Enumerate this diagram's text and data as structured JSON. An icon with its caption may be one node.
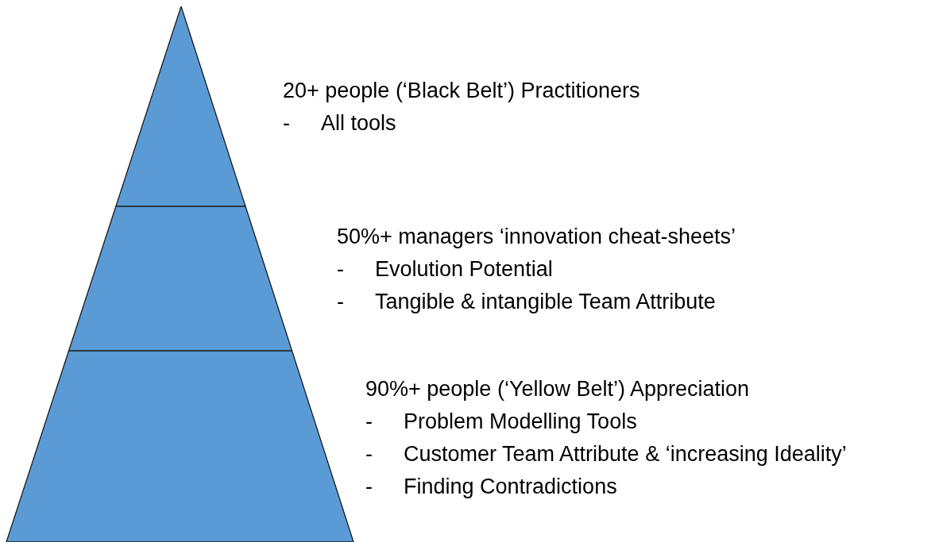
{
  "diagram": {
    "nodes": [
      {
        "text": [],
        "shape": "triangle",
        "beside": [
          "20+ people (‘Black Belt’) Practitioners",
          "-\tAll tools"
        ]
      },
      {
        "text": [],
        "shape": "trapezoid",
        "beside": [
          "50%+ managers ‘innovation cheat-sheets’",
          "-\tEvolution Potential",
          "-\tTangible & intangible Team Attribute"
        ]
      },
      {
        "text": [],
        "shape": "trapezoid",
        "beside": [
          "90%+ people (‘Yellow Belt’) Appreciation",
          "-\tProblem Modelling Tools",
          "-\tCustomer Team Attribute & ‘increasing Ideality’",
          "-\tFinding Contradictions"
        ]
      }
    ]
  }
}
